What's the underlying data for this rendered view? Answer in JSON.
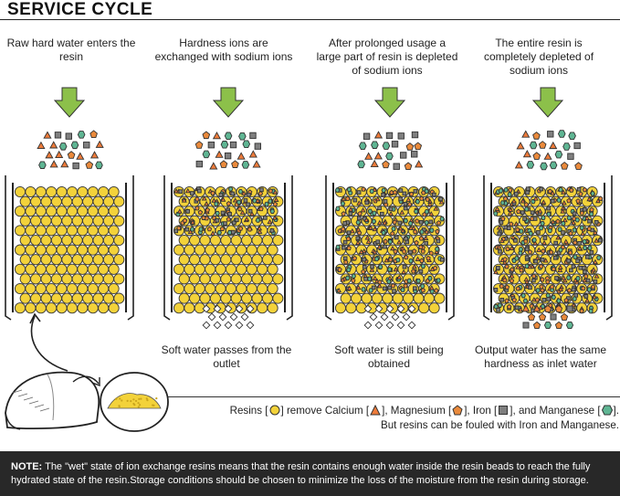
{
  "title": "SERVICE CYCLE",
  "stages": [
    {
      "caption_top": "Raw hard water enters the resin",
      "caption_bottom": "",
      "fouled_fraction": 0,
      "outlet": "none"
    },
    {
      "caption_top": "Hardness ions are exchanged with sodium ions",
      "caption_bottom": "Soft water passes from the outlet",
      "fouled_fraction": 0.35,
      "outlet": "sodium"
    },
    {
      "caption_top": "After prolonged usage a large part of resin is depleted of sodium ions",
      "caption_bottom": "Soft water is still being obtained",
      "fouled_fraction": 0.85,
      "outlet": "sodium"
    },
    {
      "caption_top": "The entire resin is completely depleted of sodium ions",
      "caption_bottom": "Output water has the same hardness as inlet water",
      "fouled_fraction": 1,
      "outlet": "hard"
    }
  ],
  "legend": {
    "line1_a": "Resins [",
    "line1_b": "] remove Calcium [",
    "line1_c": "], Magnesium [",
    "line1_d": "], Iron [",
    "line1_e": "], and Manganese [",
    "line1_f": "].",
    "line2": "But resins can be fouled with Iron and Manganese."
  },
  "note": {
    "label": "NOTE:",
    "text": "The \"wet\" state of ion exchange resins means that the resin contains enough water inside the resin beads to reach the fully hydrated state of the resin.Storage conditions should be chosen to minimize the loss of the moisture from the resin during storage."
  },
  "colors": {
    "resin": "#f3d23a",
    "calcium": "#ee7b3a",
    "magnesium": "#ea8a3c",
    "iron": "#7f7f7f",
    "manganese": "#5fb593",
    "arrow": "#8cc04a",
    "sodium": "#ffffff",
    "note_bg": "#282828"
  }
}
